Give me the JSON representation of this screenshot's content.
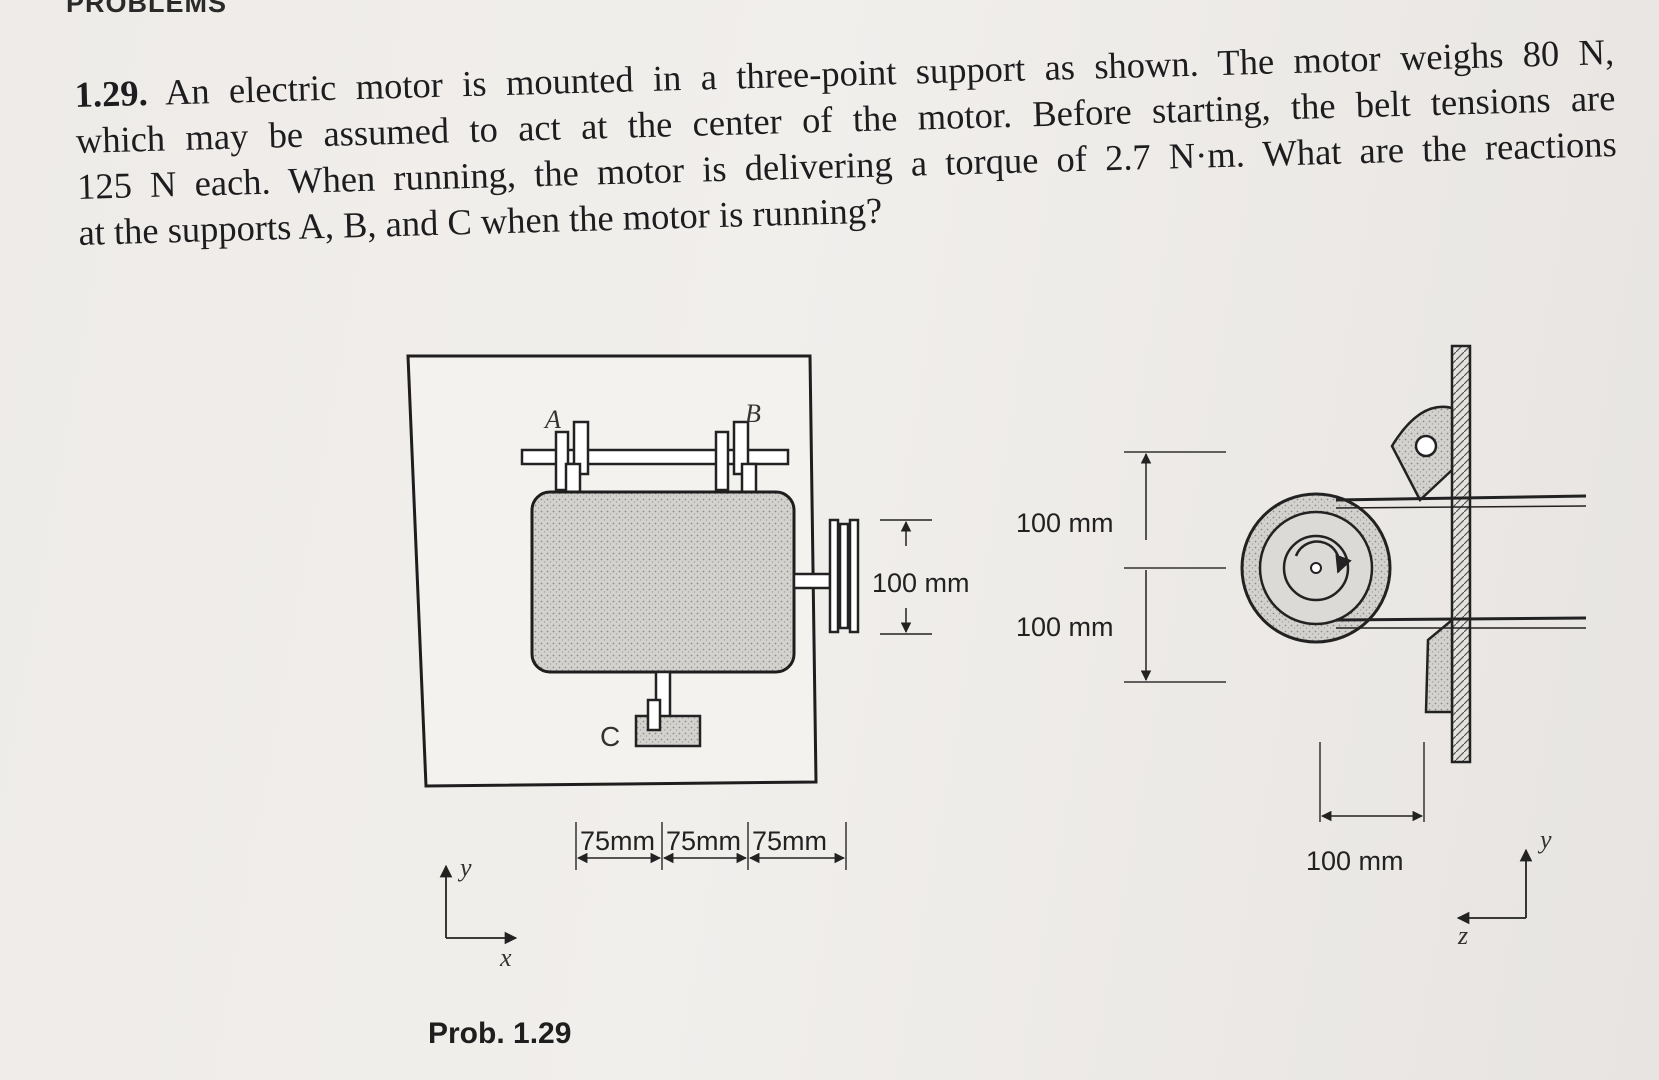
{
  "header": "PROBLEMS",
  "problem": {
    "number": "1.29.",
    "lines": [
      "An electric motor is mounted in a three-point support as shown.   The motor weighs 80 N,",
      "which may be assumed to act at the center of the motor.   Before starting, the belt tensions are",
      "125 N each.   When running, the motor is delivering a torque of 2.7 N·m.   What are the reactions",
      "at the supports A, B, and C when the motor is running?"
    ]
  },
  "figure": {
    "labels": {
      "support_a": "A",
      "support_b": "B",
      "support_c": "C",
      "axis_x": "x",
      "axis_y": "y",
      "axis_y_side": "y",
      "axis_z_side": "z"
    },
    "dimensions": {
      "pulley_height": "100 mm",
      "upper_belt": "100 mm",
      "lower_belt": "100 mm",
      "horizontal_span_1": "75mm",
      "horizontal_span_2": "75mm",
      "horizontal_span_3": "75mm",
      "side_offset": "100 mm"
    },
    "caption": "Prob. 1.29"
  }
}
